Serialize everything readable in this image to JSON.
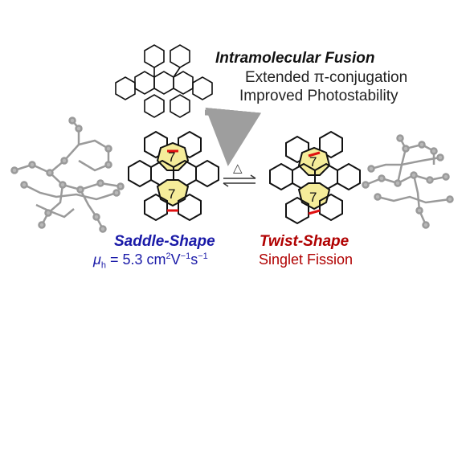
{
  "header": {
    "title": "Intramolecular Fusion",
    "line1": "Extended π-conjugation",
    "line2": "Improved Photostability"
  },
  "ring_label": "7",
  "equilibrium_symbol": "△",
  "saddle": {
    "label": "Saddle-Shape",
    "mobility_symbol": "μ",
    "mobility_sub": "h",
    "mobility_value": " = 5.3 cm",
    "unit_sup1": "2",
    "unit_v": "V",
    "unit_sup2": "−1",
    "unit_s": "s",
    "unit_sup3": "−1"
  },
  "twist": {
    "label": "Twist-Shape",
    "property": "Singlet Fission"
  },
  "colors": {
    "saddle": "#1a1aa8",
    "twist": "#b00000",
    "ring_fill": "#f5ec9a",
    "bond_highlight": "#e01010",
    "arrow": "#9e9e9e"
  }
}
